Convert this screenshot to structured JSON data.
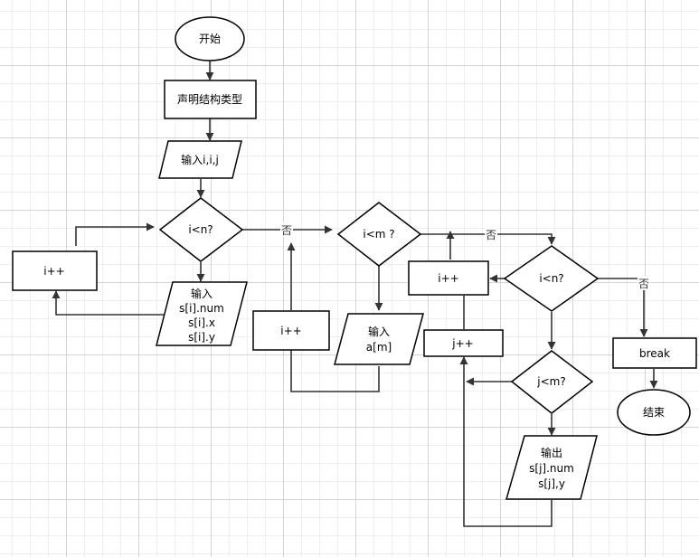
{
  "diagram": {
    "nodes": {
      "start": "开始",
      "declare": "声明结构类型",
      "input_ij": "输入i,i,j",
      "cond_i_lt_n_1": "i<n?",
      "incr_i_left": "i++",
      "input_s": [
        "输入",
        "s[i].num",
        "s[i].x",
        "s[i].y"
      ],
      "cond_i_lt_m": "i<m ?",
      "incr_i_mid": "i++",
      "input_a": [
        "输入",
        "a[m]"
      ],
      "incr_i_right": "i++",
      "incr_j": "j++",
      "cond_i_lt_n_2": "i<n?",
      "cond_j_lt_m": "j<m?",
      "output_s": [
        "输出",
        "s[j].num",
        "s[j],y"
      ],
      "break": "break",
      "end": "结束"
    },
    "edge_labels": {
      "no_1": "否",
      "no_2": "否",
      "no_3": "否"
    }
  }
}
